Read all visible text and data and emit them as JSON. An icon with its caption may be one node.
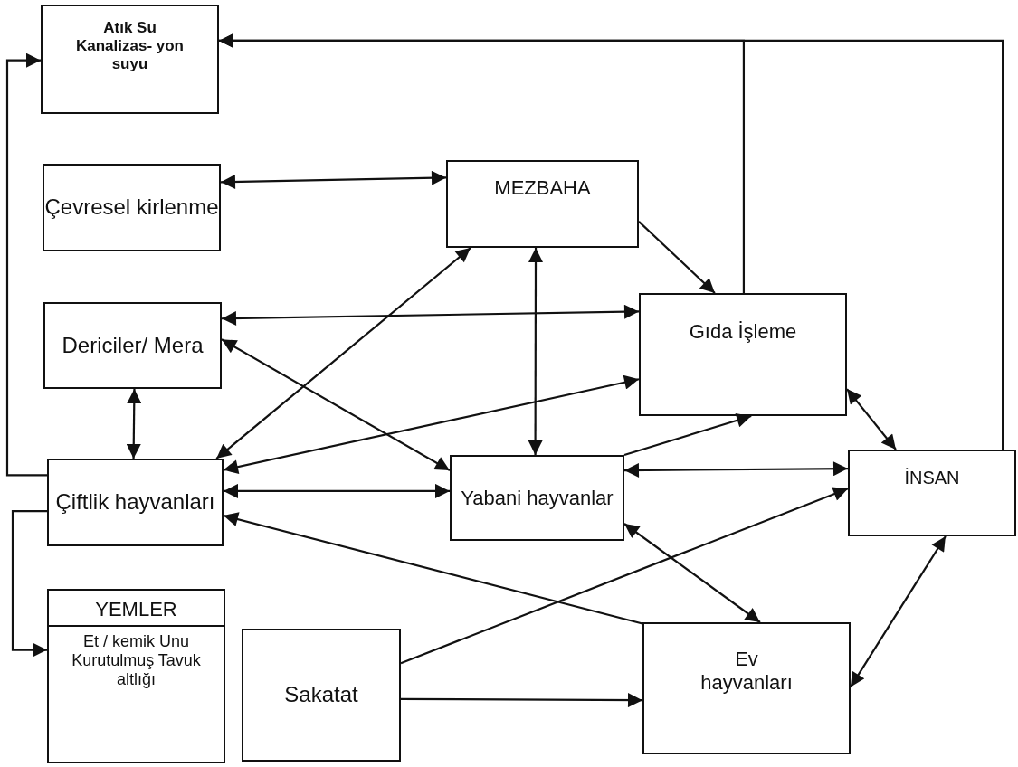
{
  "diagram": {
    "nodes": [
      {
        "text": [
          "Atık Su Kanalizas- yon suyu"
        ]
      },
      {
        "text": [
          "Çevresel kirlenme"
        ]
      },
      {
        "text": [
          "MEZBAHA"
        ]
      },
      {
        "text": [
          "Dericiler/ Mera"
        ]
      },
      {
        "text": [
          "Gıda İşleme"
        ]
      },
      {
        "text": [
          "Çiftlik hayvanları"
        ]
      },
      {
        "text": [
          "Yabani hayvanlar"
        ]
      },
      {
        "text": [
          "İNSAN"
        ]
      },
      {
        "text": [
          "YEMLER",
          "Et / kemik Unu Kurutulmuş Tavuk altlığı"
        ]
      },
      {
        "text": [
          "Sakatat"
        ]
      },
      {
        "text": [
          "Ev hayvanları"
        ]
      }
    ],
    "edges": [
      {
        "from": 7,
        "to": 0,
        "arrow": "to"
      },
      {
        "from": 4,
        "to": 0,
        "arrow": "to"
      },
      {
        "from": 5,
        "to": 0,
        "arrow": "to"
      },
      {
        "from": 5,
        "to": 8,
        "arrow": "to"
      },
      {
        "from": 1,
        "to": 2,
        "arrow": "both"
      },
      {
        "from": 2,
        "to": 4,
        "arrow": "to"
      },
      {
        "from": 3,
        "to": 4,
        "arrow": "both"
      },
      {
        "from": 3,
        "to": 6,
        "arrow": "both"
      },
      {
        "from": 5,
        "to": 2,
        "arrow": "both"
      },
      {
        "from": 2,
        "to": 6,
        "arrow": "both"
      },
      {
        "from": 3,
        "to": 5,
        "arrow": "both"
      },
      {
        "from": 5,
        "to": 4,
        "arrow": "both"
      },
      {
        "from": 5,
        "to": 6,
        "arrow": "both"
      },
      {
        "from": 10,
        "to": 5,
        "arrow": "to"
      },
      {
        "from": 6,
        "to": 4,
        "arrow": "to"
      },
      {
        "from": 4,
        "to": 7,
        "arrow": "both"
      },
      {
        "from": 6,
        "to": 7,
        "arrow": "both"
      },
      {
        "from": 9,
        "to": 7,
        "arrow": "to"
      },
      {
        "from": 6,
        "to": 10,
        "arrow": "both"
      },
      {
        "from": 9,
        "to": 10,
        "arrow": "to"
      },
      {
        "from": 7,
        "to": 10,
        "arrow": "both"
      }
    ]
  }
}
